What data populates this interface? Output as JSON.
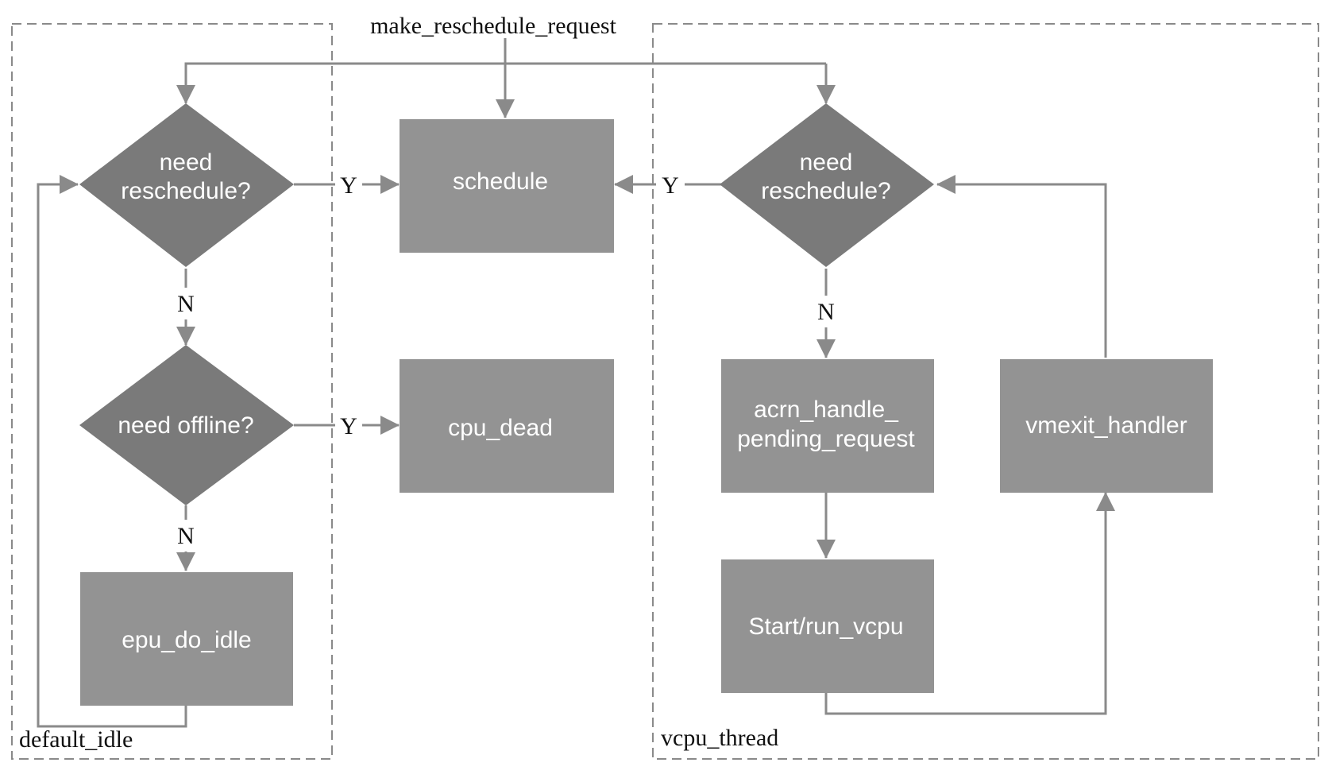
{
  "diagram": {
    "top_label": "make_reschedule_request",
    "groups": {
      "default_idle": {
        "label": "default_idle"
      },
      "vcpu_thread": {
        "label": "vcpu_thread"
      }
    },
    "nodes": {
      "left_need_reschedule": {
        "type": "decision",
        "lines": [
          "need",
          "reschedule?"
        ]
      },
      "need_offline": {
        "type": "decision",
        "lines": [
          "need offline?"
        ]
      },
      "epu_do_idle": {
        "type": "process",
        "lines": [
          "epu_do_idle"
        ]
      },
      "schedule": {
        "type": "process",
        "lines": [
          "schedule"
        ]
      },
      "cpu_dead": {
        "type": "process",
        "lines": [
          "cpu_dead"
        ]
      },
      "right_need_reschedule": {
        "type": "decision",
        "lines": [
          "need",
          "reschedule?"
        ]
      },
      "acrn_handle_pending_request": {
        "type": "process",
        "lines": [
          "acrn_handle_",
          "pending_request"
        ]
      },
      "start_run_vcpu": {
        "type": "process",
        "lines": [
          "Start/run_vcpu"
        ]
      },
      "vmexit_handler": {
        "type": "process",
        "lines": [
          "vmexit_handler"
        ]
      }
    },
    "edge_labels": {
      "left_resched_yes": "Y",
      "left_resched_no": "N",
      "offline_yes": "Y",
      "offline_no": "N",
      "right_resched_yes": "Y",
      "right_resched_no": "N"
    },
    "colors": {
      "decision_fill": "#7a7a7a",
      "process_fill": "#939393",
      "line": "#8a8a8a",
      "node_text": "#ffffff",
      "label_text": "#111111"
    }
  }
}
